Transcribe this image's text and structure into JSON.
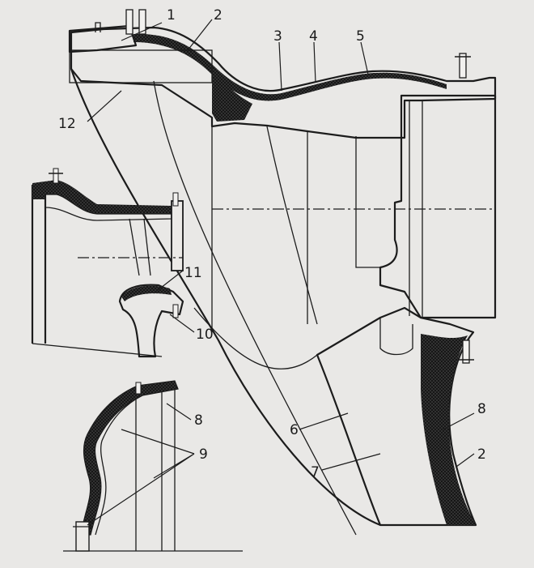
{
  "figure": {
    "callouts": [
      {
        "id": "c1",
        "text": "1"
      },
      {
        "id": "c2",
        "text": "2"
      },
      {
        "id": "c3",
        "text": "3"
      },
      {
        "id": "c4",
        "text": "4"
      },
      {
        "id": "c5",
        "text": "5"
      },
      {
        "id": "c12",
        "text": "12"
      },
      {
        "id": "c11",
        "text": "11"
      },
      {
        "id": "c10",
        "text": "10"
      },
      {
        "id": "c8a",
        "text": "8"
      },
      {
        "id": "c9",
        "text": "9"
      },
      {
        "id": "c6",
        "text": "6"
      },
      {
        "id": "c7",
        "text": "7"
      },
      {
        "id": "c8b",
        "text": "8"
      },
      {
        "id": "c2b",
        "text": "2"
      }
    ]
  },
  "colors": {
    "paper": "#e9e8e6",
    "ink": "#1c1c1c",
    "dense_layer": "#262626"
  }
}
